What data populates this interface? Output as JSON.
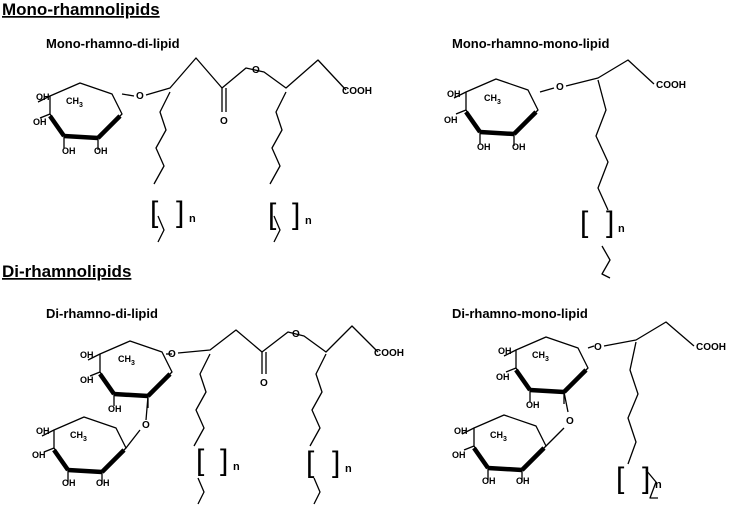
{
  "sections": {
    "mono": "Mono-rhamnolipids",
    "di": "Di-rhamnolipids"
  },
  "structures": [
    {
      "title": "Mono-rhamno-di-lipid"
    },
    {
      "title": "Mono-rhamno-mono-lipid"
    },
    {
      "title": "Di-rhamno-di-lipid"
    },
    {
      "title": "Di-rhamno-mono-lipid"
    }
  ],
  "labels": {
    "oh": "OH",
    "ch3": "CH",
    "ch3_sub": "3",
    "o": "O",
    "cooh": "COOH",
    "n": "n",
    "bracket_open": "[",
    "bracket_close": "]"
  }
}
